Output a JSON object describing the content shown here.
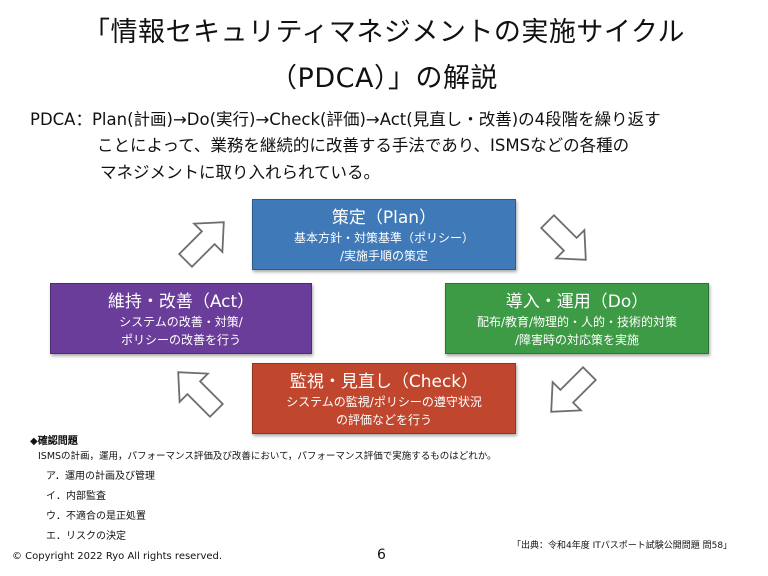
{
  "title": {
    "line1": "「情報セキュリティマネジメントの実施サイクル",
    "line2": "（PDCA）」の解説"
  },
  "intro": {
    "line1": "PDCA：Plan(計画)→Do(実行)→Check(評価)→Act(見直し・改善)の4段階を繰り返す",
    "line2": "ことによって、業務を継続的に改善する手法であり、ISMSなどの各種の",
    "line3": "マネジメントに取り入れられている。"
  },
  "cycle": {
    "plan": {
      "title": "策定（Plan）",
      "line1": "基本方針・対策基準（ポリシー）",
      "line2": "/実施手順の策定",
      "color": "#3f79b8"
    },
    "do": {
      "title": "導入・運用（Do）",
      "line1": "配布/教育/物理的・人的・技術的対策",
      "line2": "/障害時の対応策を実施",
      "color": "#3d9a45"
    },
    "check": {
      "title": "監視・見直し（Check）",
      "line1": "システムの監視/ポリシーの遵守状況",
      "line2": "の評価などを行う",
      "color": "#c0472e"
    },
    "act": {
      "title": "維持・改善（Act）",
      "line1": "システムの改善・対策/",
      "line2": "ポリシーの改善を行う",
      "color": "#6a3d9a"
    }
  },
  "question": {
    "heading": "◆確認問題",
    "body": "ISMSの計画，運用，パフォーマンス評価及び改善において，パフォーマンス評価で実施するものはどれか。",
    "options": [
      "ア．運用の計画及び管理",
      "イ．内部監査",
      "ウ．不適合の是正処置",
      "エ．リスクの決定"
    ]
  },
  "source": "「出典：令和4年度 ITパスポート試験公開問題 問58」",
  "footer": {
    "copyright": "© Copyright 2022 Ryo All rights reserved.",
    "page": "6"
  }
}
